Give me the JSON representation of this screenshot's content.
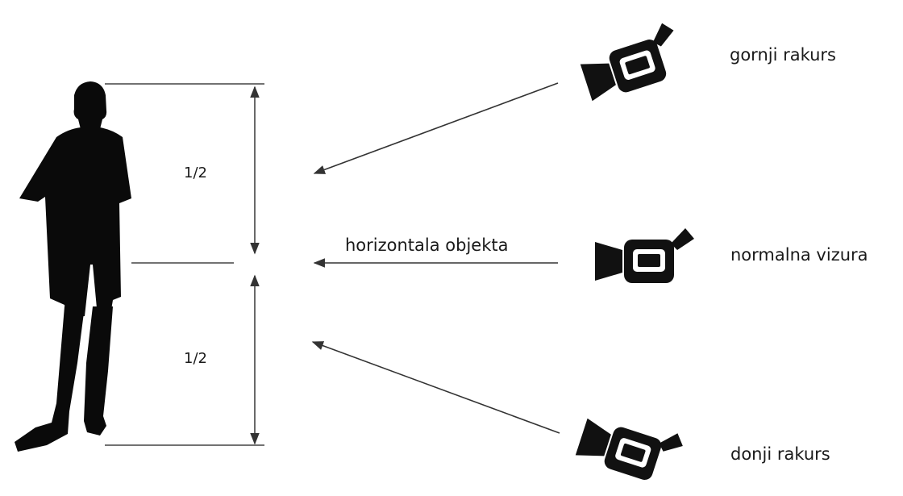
{
  "labels": {
    "top_camera": "gornji rakurs",
    "middle_camera": "normalna vizura",
    "bottom_camera": "donji rakurs",
    "horizon": "horizontala objekta",
    "upper_half": "1/2",
    "lower_half": "1/2"
  },
  "icons": {
    "person": "person-silhouette-icon",
    "camera": "video-camera-icon"
  },
  "colors": {
    "ink": "#111111",
    "line": "#333333"
  }
}
